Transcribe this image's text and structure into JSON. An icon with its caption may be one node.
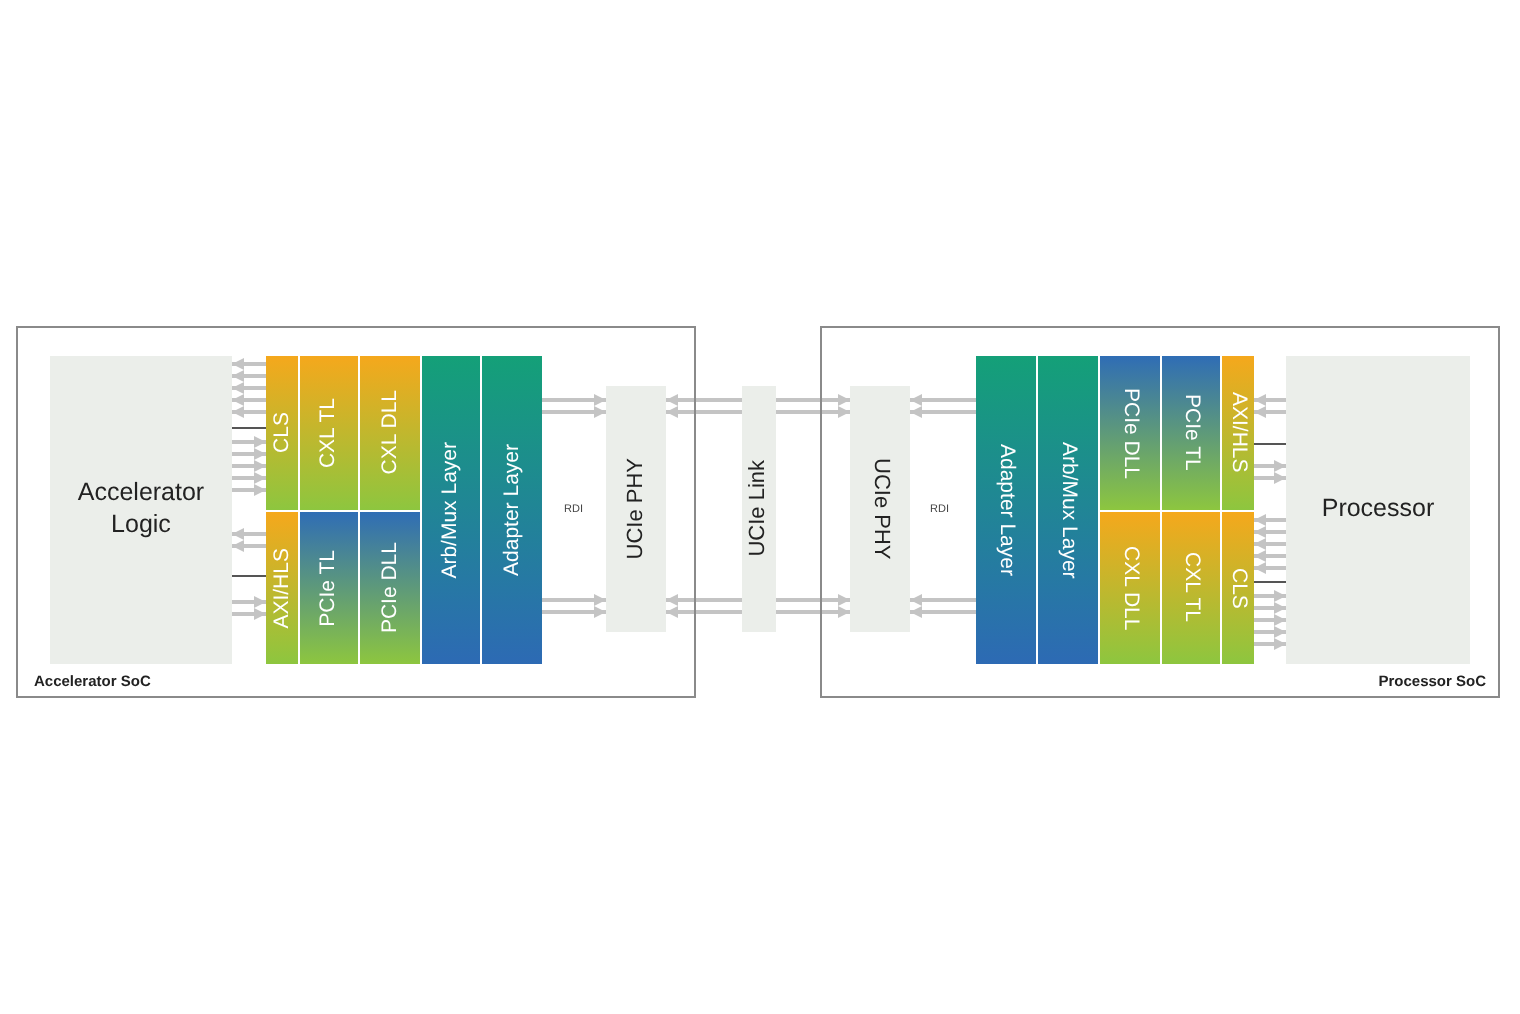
{
  "diagram": {
    "nodes": [
      {
        "text": [
          "Accelerator SoC"
        ]
      },
      {
        "text": [
          "Accelerator Logic"
        ],
        "in": 0
      },
      {
        "text": [
          "CLS"
        ],
        "in": 0
      },
      {
        "text": [
          "CXL TL"
        ],
        "in": 0
      },
      {
        "text": [
          "CXL DLL"
        ],
        "in": 0
      },
      {
        "text": [
          "AXI/HLS"
        ],
        "in": 0
      },
      {
        "text": [
          "PCIe TL"
        ],
        "in": 0
      },
      {
        "text": [
          "PCIe DLL"
        ],
        "in": 0
      },
      {
        "text": [
          "Arb/Mux Layer"
        ],
        "in": 0
      },
      {
        "text": [
          "Adapter Layer"
        ],
        "in": 0
      },
      {
        "text": [
          "UCIe PHY"
        ],
        "in": 0
      },
      {
        "text": [
          "UCIe Link"
        ]
      },
      {
        "text": [
          "Processor SoC"
        ]
      },
      {
        "text": [
          "UCIe PHY"
        ],
        "in": 12
      },
      {
        "text": [
          "Adapter Layer"
        ],
        "in": 12
      },
      {
        "text": [
          "Arb/Mux Layer"
        ],
        "in": 12
      },
      {
        "text": [
          "PCIe DLL"
        ],
        "in": 12
      },
      {
        "text": [
          "PCIe TL"
        ],
        "in": 12
      },
      {
        "text": [
          "AXI/HLS"
        ],
        "in": 12
      },
      {
        "text": [
          "CXL DLL"
        ],
        "in": 12
      },
      {
        "text": [
          "CXL TL"
        ],
        "in": 12
      },
      {
        "text": [
          "CLS"
        ],
        "in": 12
      },
      {
        "text": [
          "Processor"
        ],
        "in": 12
      }
    ],
    "edges": [
      {
        "from": 2,
        "to": 1,
        "arrow": "to"
      },
      {
        "from": 2,
        "to": 1,
        "arrow": "to"
      },
      {
        "from": 2,
        "to": 1,
        "arrow": "to"
      },
      {
        "from": 2,
        "to": 1,
        "arrow": "to"
      },
      {
        "from": 2,
        "to": 1,
        "arrow": "to"
      },
      {
        "from": 1,
        "to": 2,
        "arrow": "none",
        "color": "#555555"
      },
      {
        "from": 1,
        "to": 2,
        "arrow": "to"
      },
      {
        "from": 1,
        "to": 2,
        "arrow": "to"
      },
      {
        "from": 1,
        "to": 2,
        "arrow": "to"
      },
      {
        "from": 1,
        "to": 2,
        "arrow": "to"
      },
      {
        "from": 1,
        "to": 2,
        "arrow": "to"
      },
      {
        "from": 5,
        "to": 1,
        "arrow": "to"
      },
      {
        "from": 5,
        "to": 1,
        "arrow": "to"
      },
      {
        "from": 1,
        "to": 5,
        "arrow": "none",
        "color": "#555555"
      },
      {
        "from": 1,
        "to": 5,
        "arrow": "to"
      },
      {
        "from": 1,
        "to": 5,
        "arrow": "to"
      },
      {
        "from": 9,
        "to": 10,
        "arrow": "to"
      },
      {
        "from": 9,
        "to": 10,
        "arrow": "to"
      },
      {
        "from": 9,
        "to": 10,
        "arrow": "to"
      },
      {
        "from": 9,
        "to": 10,
        "arrow": "to"
      },
      {
        "from": 11,
        "to": 10,
        "arrow": "to"
      },
      {
        "from": 11,
        "to": 10,
        "arrow": "to"
      },
      {
        "from": 11,
        "to": 10,
        "arrow": "to"
      },
      {
        "from": 11,
        "to": 10,
        "arrow": "to"
      },
      {
        "from": 11,
        "to": 13,
        "arrow": "to"
      },
      {
        "from": 11,
        "to": 13,
        "arrow": "to"
      },
      {
        "from": 11,
        "to": 13,
        "arrow": "to"
      },
      {
        "from": 11,
        "to": 13,
        "arrow": "to"
      },
      {
        "from": 14,
        "to": 13,
        "arrow": "to"
      },
      {
        "from": 14,
        "to": 13,
        "arrow": "to"
      },
      {
        "from": 14,
        "to": 13,
        "arrow": "to"
      },
      {
        "from": 14,
        "to": 13,
        "arrow": "to"
      },
      {
        "from": 22,
        "to": 18,
        "arrow": "to"
      },
      {
        "from": 22,
        "to": 18,
        "arrow": "to"
      },
      {
        "from": 18,
        "to": 22,
        "arrow": "none",
        "color": "#555555"
      },
      {
        "from": 18,
        "to": 22,
        "arrow": "to"
      },
      {
        "from": 18,
        "to": 22,
        "arrow": "to"
      },
      {
        "from": 22,
        "to": 21,
        "arrow": "to"
      },
      {
        "from": 22,
        "to": 21,
        "arrow": "to"
      },
      {
        "from": 22,
        "to": 21,
        "arrow": "to"
      },
      {
        "from": 22,
        "to": 21,
        "arrow": "to"
      },
      {
        "from": 22,
        "to": 21,
        "arrow": "to"
      },
      {
        "from": 21,
        "to": 22,
        "arrow": "none",
        "color": "#555555"
      },
      {
        "from": 21,
        "to": 22,
        "arrow": "to"
      },
      {
        "from": 21,
        "to": 22,
        "arrow": "to"
      },
      {
        "from": 21,
        "to": 22,
        "arrow": "to"
      },
      {
        "from": 21,
        "to": 22,
        "arrow": "to"
      },
      {
        "from": 21,
        "to": 22,
        "arrow": "to"
      }
    ],
    "labels": [
      "RDI",
      "RDI"
    ]
  }
}
